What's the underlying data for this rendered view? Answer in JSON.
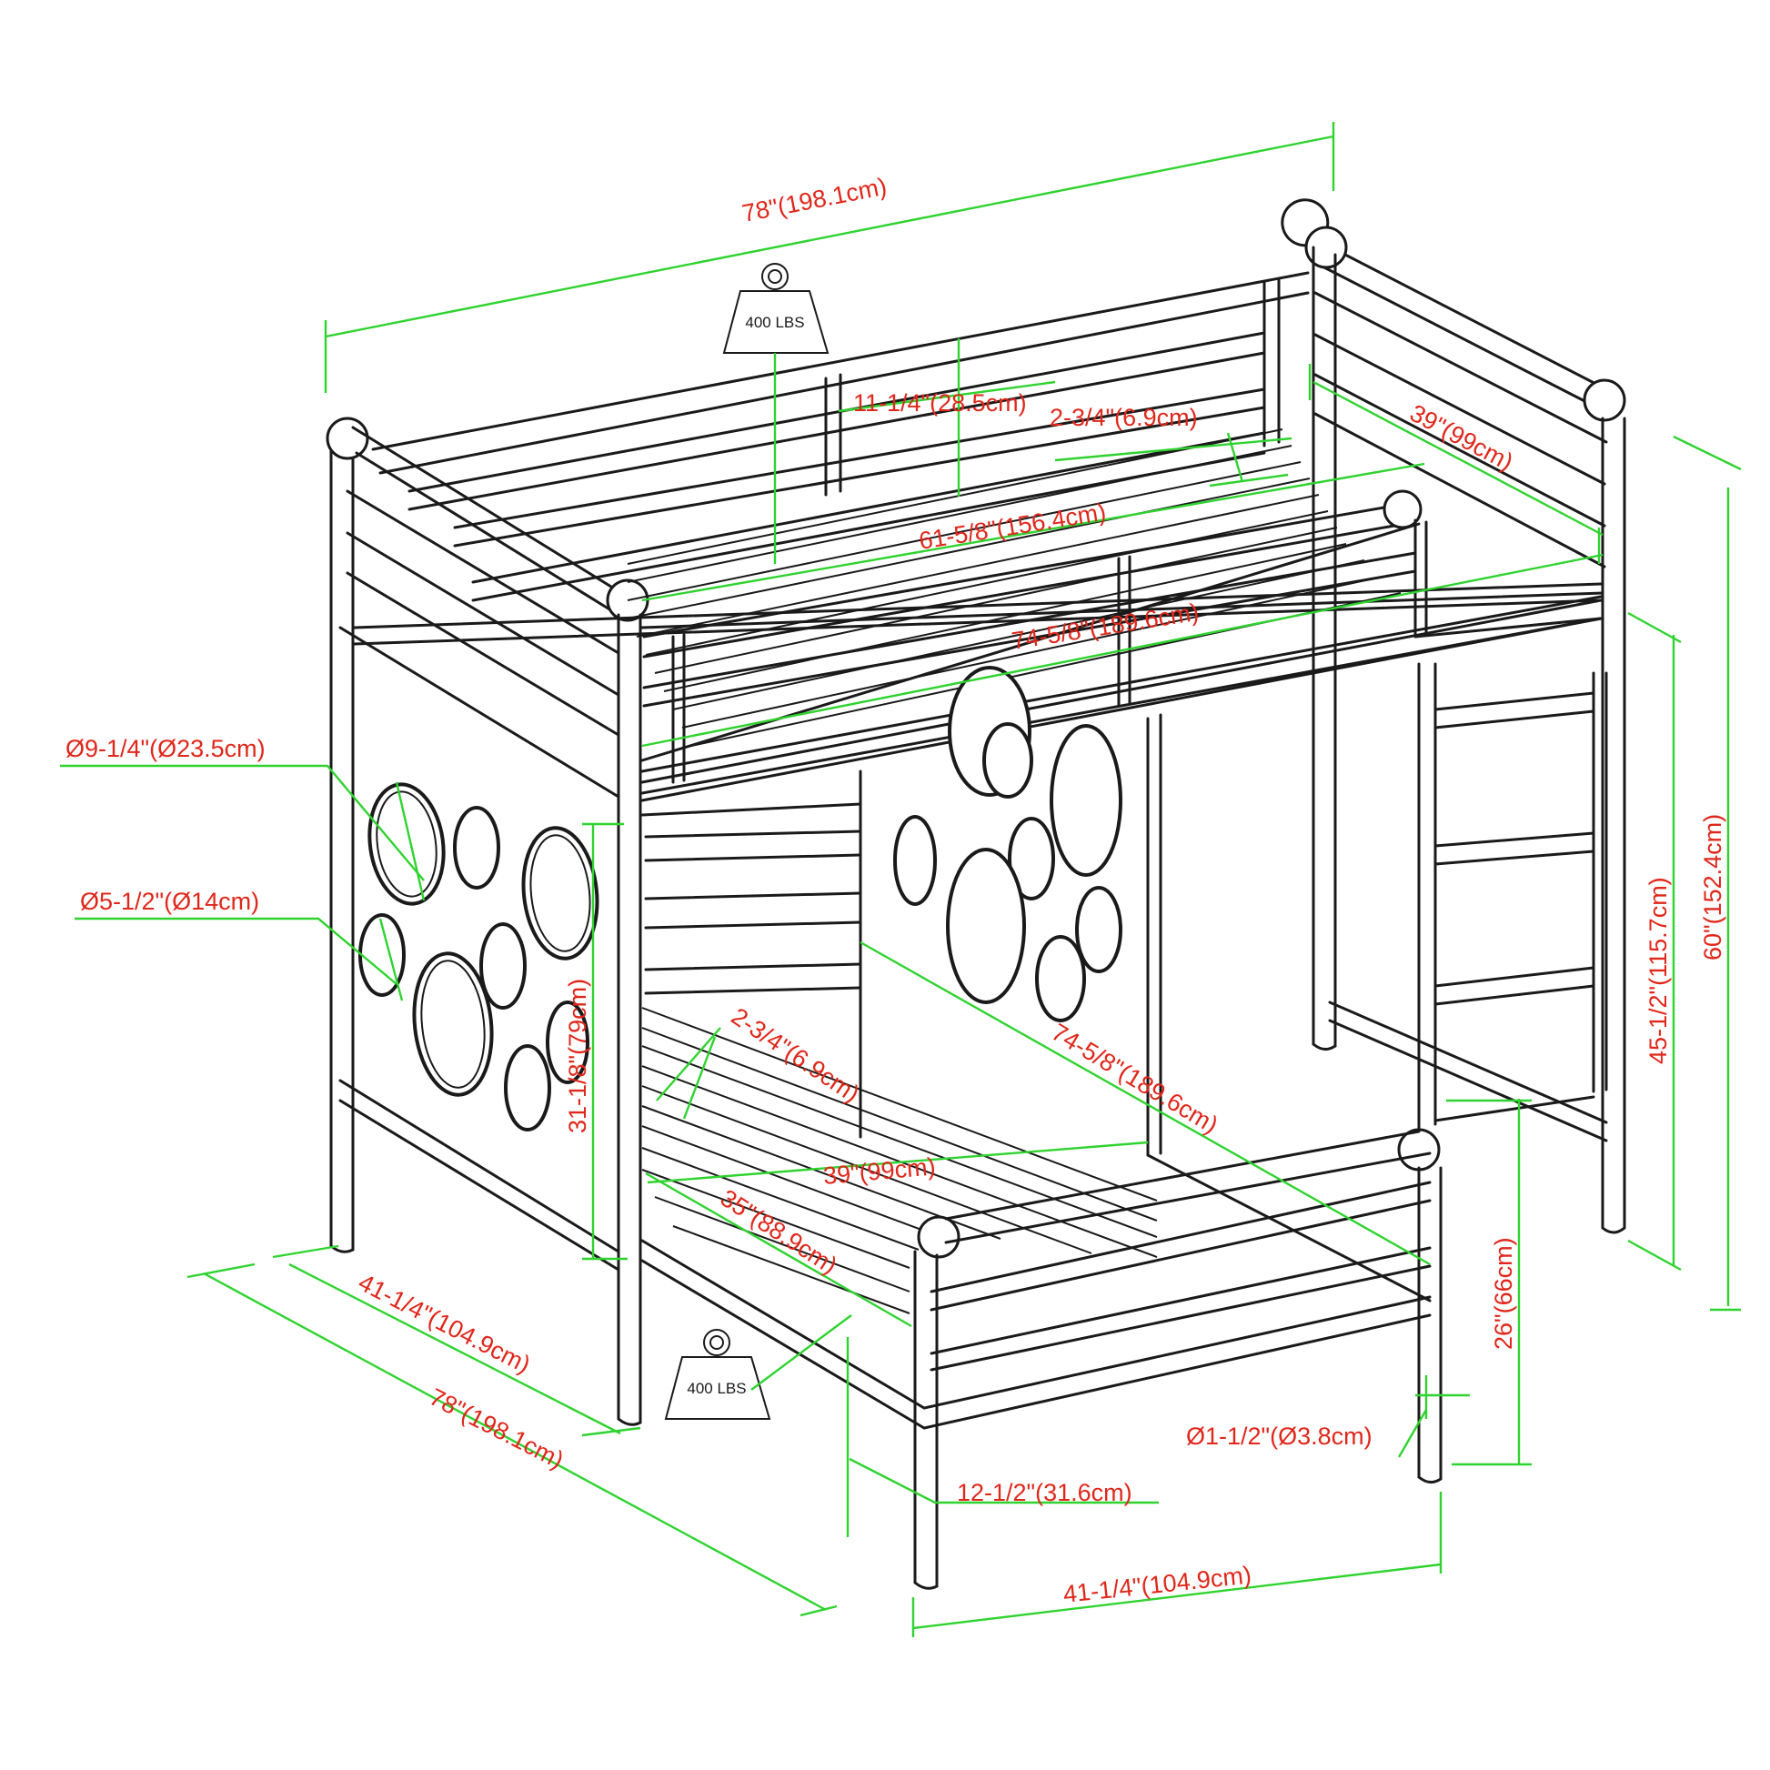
{
  "colors": {
    "dimension_line": "#2fd32f",
    "dimension_text": "#e0271b",
    "frame_line": "#1a1a1a"
  },
  "weights": {
    "top": "400 LBS",
    "bottom": "400 LBS"
  },
  "dimensions": {
    "top_length": "78\"(198.1cm)",
    "guardrail_height": "11-1/4\"(28.5cm)",
    "top_slat_spacing": "2-3/4\"(6.9cm)",
    "top_width": "39\"(99cm)",
    "guardrail_length": "61-5/8\"(156.4cm)",
    "top_mattress_length": "74-5/8\"(189.6cm)",
    "large_hole": "Ø9-1/4\"(Ø23.5cm)",
    "small_hole": "Ø5-1/2\"(Ø14cm)",
    "between_bunks": "31-1/8\"(79cm)",
    "bottom_slat_spacing": "2-3/4\"(6.9cm)",
    "bottom_width": "39\"(99cm)",
    "bottom_mattress_length": "74-5/8\"(189.6cm)",
    "bottom_inner": "35\"(88.9cm)",
    "base_width_left": "41-1/4\"(104.9cm)",
    "base_length": "78\"(198.1cm)",
    "total_height": "60\"(152.4cm)",
    "top_deck_height": "45-1/2\"(115.7cm)",
    "footboard_height": "26\"(66cm)",
    "tube_diameter": "Ø1-1/2\"(Ø3.8cm)",
    "clearance": "12-1/2\"(31.6cm)",
    "base_width_front": "41-1/4\"(104.9cm)"
  }
}
